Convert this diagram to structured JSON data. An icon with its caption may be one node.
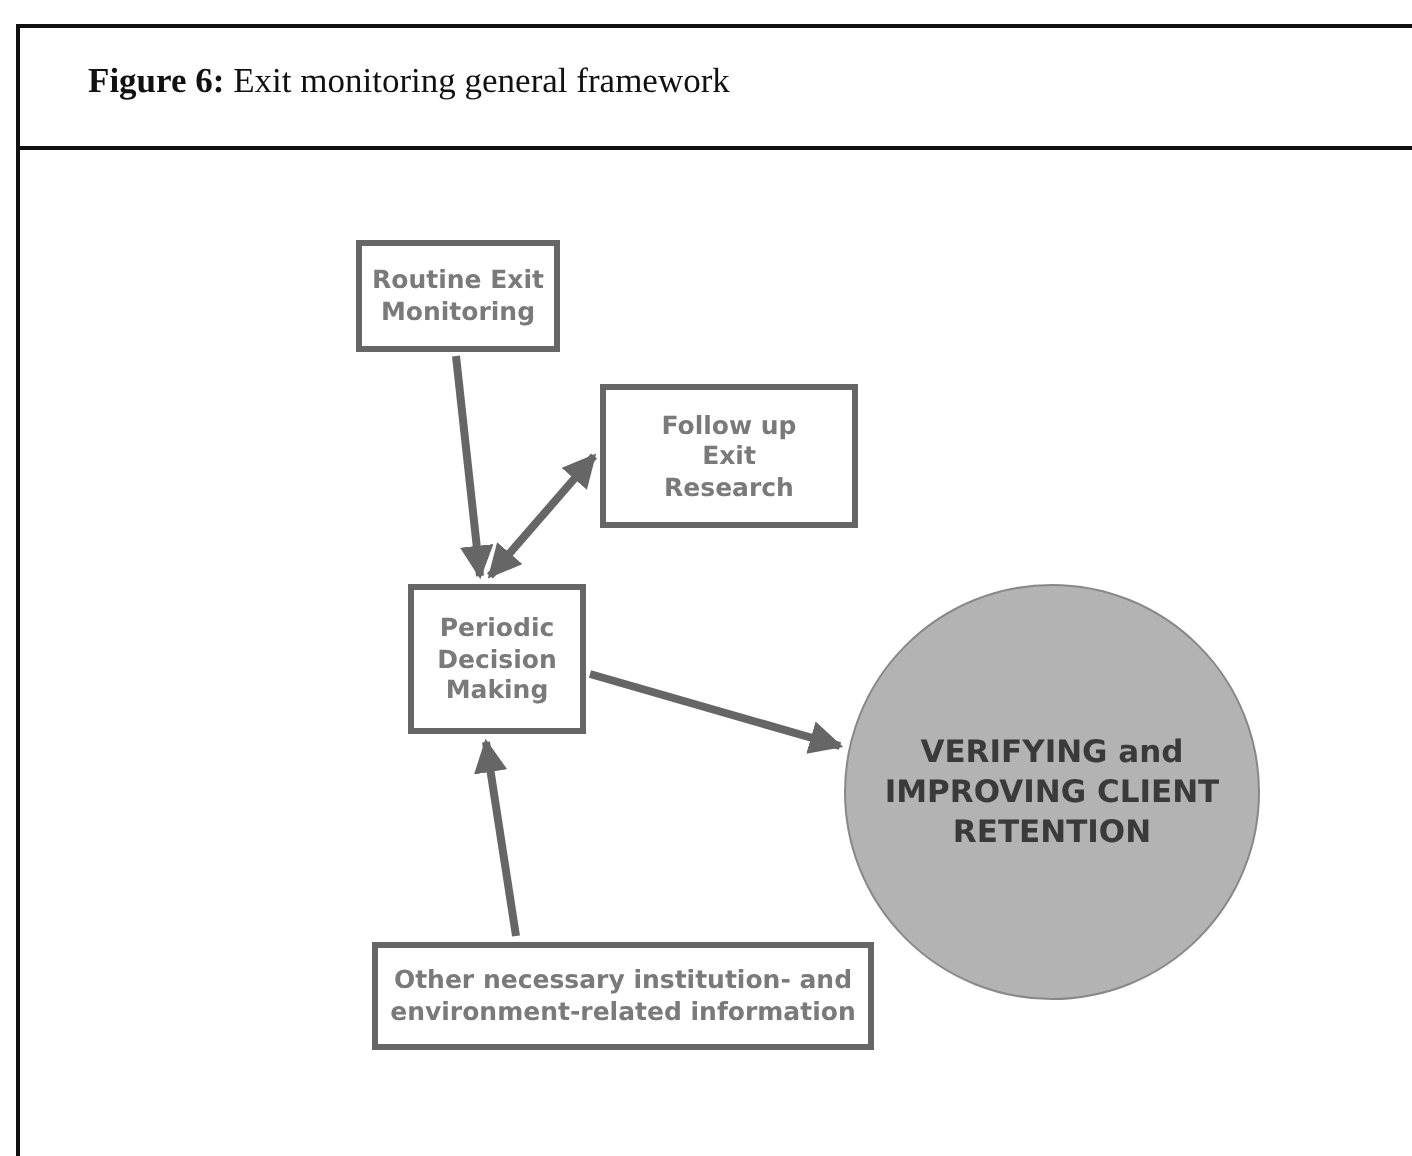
{
  "diagram": {
    "title": "**Figure 6:** Exit monitoring general framework",
    "nodes": [
      {
        "text": [
          "Routine Exit Monitoring"
        ]
      },
      {
        "text": [
          "Follow up Exit Research"
        ]
      },
      {
        "text": [
          "Periodic Decision Making"
        ]
      },
      {
        "text": [
          "VERIFYING and IMPROVING CLIENT RETENTION"
        ]
      },
      {
        "text": [
          "Other necessary institution- and environment-related information"
        ]
      }
    ],
    "edges": [
      {
        "from": 0,
        "to": 2,
        "arrow": "to"
      },
      {
        "from": 2,
        "to": 1,
        "arrow": "both"
      },
      {
        "from": 2,
        "to": 3,
        "arrow": "to"
      },
      {
        "from": 4,
        "to": 2,
        "arrow": "to"
      }
    ]
  }
}
